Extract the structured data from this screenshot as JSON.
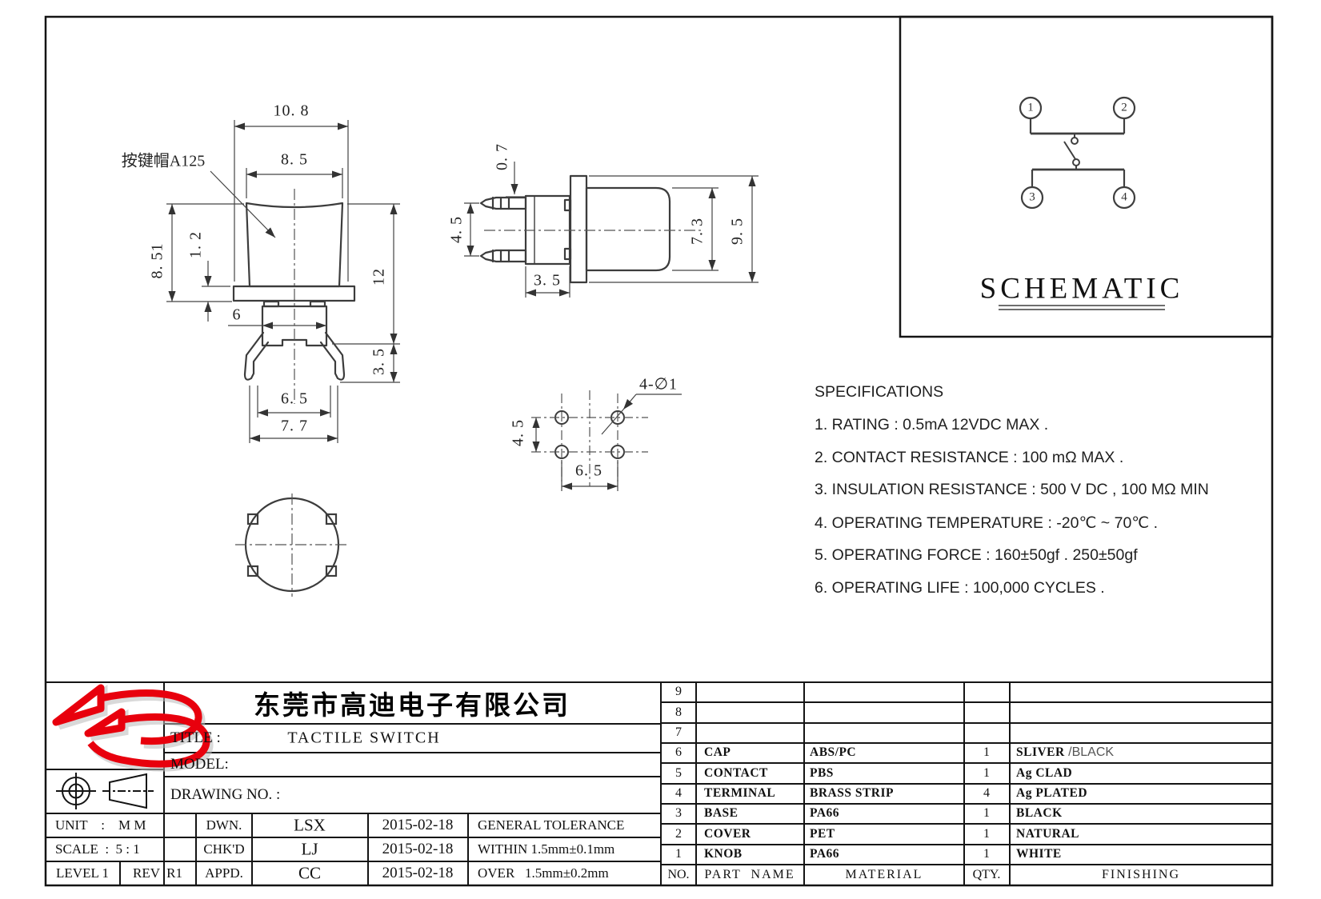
{
  "colors": {
    "logo_red": "#e8000d",
    "line_dark": "#141414"
  },
  "views": {
    "front": {
      "cap_label": "按键帽A125",
      "dim_overall_width": "10. 8",
      "dim_cap_width": "8. 5",
      "dim_cap_height": "8. 51",
      "dim_flange_thickness": "1. 2",
      "dim_body_width": "6",
      "dim_total_height": "12",
      "dim_leg_height": "3. 5",
      "dim_base_width": "6. 5",
      "dim_leg_span": "7. 7"
    },
    "side": {
      "dim_pin_offset": "0. 7",
      "dim_pin_pitch": "4. 5",
      "dim_base_depth": "3. 5",
      "dim_body_depth": "7. 3",
      "dim_overall_depth": "9. 5"
    },
    "pin_layout": {
      "hole_label": "4-∅1",
      "dim_row_pitch": "4. 5",
      "dim_col_pitch": "6. 5"
    }
  },
  "schematic": {
    "title": "SCHEMATIC",
    "pin1": "1",
    "pin2": "2",
    "pin3": "3",
    "pin4": "4"
  },
  "specifications": {
    "heading": "SPECIFICATIONS",
    "items": [
      "1. RATING : 0.5mA 12VDC MAX .",
      "2. CONTACT RESISTANCE : 100 mΩ MAX .",
      "3. INSULATION RESISTANCE : 500 V DC , 100 MΩ MIN",
      "4. OPERATING TEMPERATURE : -20℃ ~ 70℃ .",
      "5. OPERATING FORCE : 160±50gf . 250±50gf",
      "6. OPERATING LIFE : 100,000 CYCLES ."
    ]
  },
  "title_block": {
    "company": "东莞市高迪电子有限公司",
    "title_label": "TITLE :",
    "title_value": "TACTILE SWITCH",
    "model_label": "MODEL:",
    "drawing_no_label": "DRAWING NO. :",
    "rows": [
      {
        "c1": "UNIT    :    M M",
        "c2": "DWN.",
        "c3": "LSX",
        "c4": "2015-02-18",
        "c5": "GENERAL TOLERANCE"
      },
      {
        "c1": "SCALE  :  5 : 1",
        "c2": "CHK'D",
        "c3": "LJ",
        "c4": "2015-02-18",
        "c5": "WITHIN 1.5mm±0.1mm"
      },
      {
        "c1a": "LEVEL 1",
        "c1b": "REV  R1",
        "c2": "APPD.",
        "c3": "CC",
        "c4": "2015-02-18",
        "c5": "OVER   1.5mm±0.2mm"
      }
    ]
  },
  "parts_table": {
    "rows": [
      {
        "no": "9",
        "part": "",
        "material": "",
        "qty": "",
        "finishing": "",
        "finishing_alt": ""
      },
      {
        "no": "8",
        "part": "",
        "material": "",
        "qty": "",
        "finishing": "",
        "finishing_alt": ""
      },
      {
        "no": "7",
        "part": "",
        "material": "",
        "qty": "",
        "finishing": "",
        "finishing_alt": ""
      },
      {
        "no": "6",
        "part": "CAP",
        "material": "ABS/PC",
        "qty": "1",
        "finishing": "SLIVER",
        "finishing_alt": " /BLACK"
      },
      {
        "no": "5",
        "part": "CONTACT",
        "material": "PBS",
        "qty": "1",
        "finishing": "Ag CLAD",
        "finishing_alt": ""
      },
      {
        "no": "4",
        "part": "TERMINAL",
        "material": "BRASS STRIP",
        "qty": "4",
        "finishing": "Ag PLATED",
        "finishing_alt": ""
      },
      {
        "no": "3",
        "part": "BASE",
        "material": "PA66",
        "qty": "1",
        "finishing": "BLACK",
        "finishing_alt": ""
      },
      {
        "no": "2",
        "part": "COVER",
        "material": "PET",
        "qty": "1",
        "finishing": "NATURAL",
        "finishing_alt": ""
      },
      {
        "no": "1",
        "part": "KNOB",
        "material": "PA66",
        "qty": "1",
        "finishing": "WHITE",
        "finishing_alt": ""
      }
    ],
    "footer": {
      "no": "NO.",
      "part": "PART  NAME",
      "material": "MATERIAL",
      "qty": "QTY.",
      "finishing": "FINISHING"
    }
  }
}
